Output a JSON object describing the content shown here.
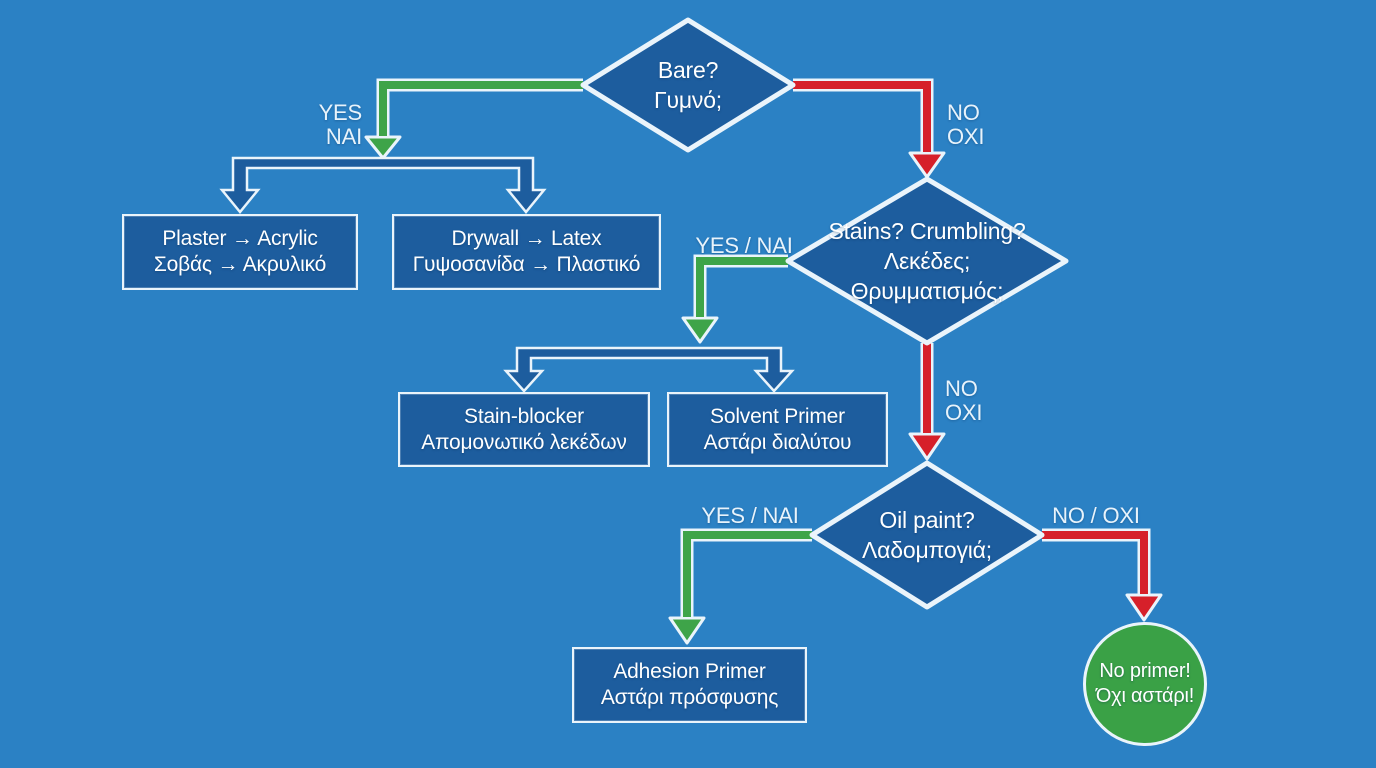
{
  "colors": {
    "background": "#2b81c4",
    "node_fill": "#1d5d9e",
    "node_border": "#eaf4fb",
    "yes": "#3ea449",
    "no": "#d6202a",
    "terminal_fill": "#3aa146",
    "text": "#ffffff",
    "label_text": "#e8f3fb"
  },
  "decisions": [
    {
      "id": "bare",
      "lines": [
        "Bare?",
        "Γυμνό;"
      ]
    },
    {
      "id": "stains",
      "lines": [
        "Stains? Crumbling?",
        "Λεκέδες;",
        "Θρυμματισμός;"
      ]
    },
    {
      "id": "oil-paint",
      "lines": [
        "Oil paint?",
        "Λαδομπογιά;"
      ]
    }
  ],
  "results": [
    {
      "id": "plaster",
      "lines": [
        "Plaster → Acrylic",
        "Σοβάς → Ακρυλικό"
      ]
    },
    {
      "id": "drywall",
      "lines": [
        "Drywall → Latex",
        "Γυψοσανίδα → Πλαστικό"
      ]
    },
    {
      "id": "stain-blocker",
      "lines": [
        "Stain-blocker",
        "Απομονωτικό λεκέδων"
      ]
    },
    {
      "id": "solvent-primer",
      "lines": [
        "Solvent Primer",
        "Αστάρι διαλύτου"
      ]
    },
    {
      "id": "adhesion-primer",
      "lines": [
        "Adhesion Primer",
        "Αστάρι πρόσφυσης"
      ]
    }
  ],
  "terminal": {
    "lines": [
      "No primer!",
      "Όχι αστάρι!"
    ]
  },
  "edge_labels": {
    "bare_yes": [
      "YES",
      "NAI"
    ],
    "bare_no": [
      "NO",
      "OXI"
    ],
    "stains_yes": "YES / NAI",
    "stains_no": [
      "NO",
      "OXI"
    ],
    "oil_yes": "YES / NAI",
    "oil_no": "NO / OXI"
  }
}
